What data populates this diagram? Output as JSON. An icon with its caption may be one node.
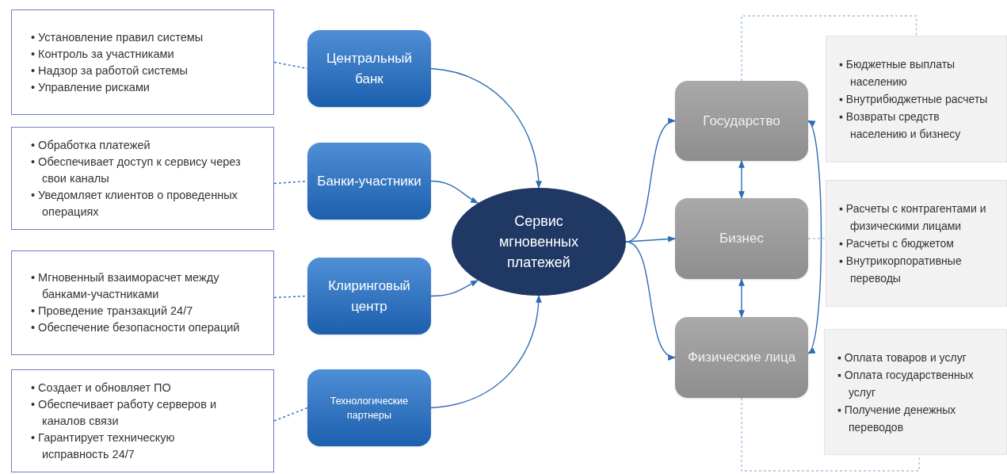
{
  "diagram": {
    "nodes": [
      {
        "text": [
          "• Установление правил системы",
          "• Контроль за участниками",
          "• Надзор за работой системы",
          "• Управление рисками"
        ]
      },
      {
        "text": [
          "Центральный банк"
        ]
      },
      {
        "text": [
          "• Обработка платежей",
          "• Обеспечивает доступ к сервису через свои каналы",
          "• Уведомляет клиентов о проведенных операциях"
        ]
      },
      {
        "text": [
          "Банки-участники"
        ]
      },
      {
        "text": [
          "• Мгновенный взаиморасчет между банками-участниками",
          "• Проведение транзакций 24/7",
          "• Обеспечение безопасности операций"
        ]
      },
      {
        "text": [
          "Клиринговый центр"
        ]
      },
      {
        "text": [
          "• Создает и обновляет ПО",
          "• Обеспечивает работу серверов и каналов связи",
          "• Гарантирует техническую исправность 24/7"
        ]
      },
      {
        "text": [
          "Технологические партнеры"
        ]
      },
      {
        "text": [
          "Сервис мгновенных платежей"
        ]
      },
      {
        "text": [
          "Государство"
        ]
      },
      {
        "text": [
          "Бизнес"
        ]
      },
      {
        "text": [
          "Физические лица"
        ]
      },
      {
        "text": [
          "▪ Бюджетные выплаты населению",
          "▪ Внутрибюджетные расчеты",
          "▪ Возвраты средств населению и бизнесу"
        ]
      },
      {
        "text": [
          "▪ Расчеты с контрагентами и физическими лицами",
          "▪ Расчеты с бюджетом",
          "▪ Внутрикорпоративные переводы"
        ]
      },
      {
        "text": [
          "▪ Оплата товаров и услуг",
          "▪ Оплата государственных услуг",
          "▪ Получение денежных переводов"
        ]
      }
    ],
    "edges": [
      {
        "from": 0,
        "to": 1,
        "arrow": "none",
        "style": "dashed"
      },
      {
        "from": 1,
        "to": 8,
        "arrow": "to"
      },
      {
        "from": 2,
        "to": 3,
        "arrow": "none",
        "style": "dashed"
      },
      {
        "from": 3,
        "to": 8,
        "arrow": "to"
      },
      {
        "from": 4,
        "to": 5,
        "arrow": "none",
        "style": "dashed"
      },
      {
        "from": 5,
        "to": 8,
        "arrow": "to"
      },
      {
        "from": 6,
        "to": 7,
        "arrow": "none",
        "style": "dashed"
      },
      {
        "from": 7,
        "to": 8,
        "arrow": "to"
      },
      {
        "from": 8,
        "to": 9,
        "arrow": "to"
      },
      {
        "from": 8,
        "to": 10,
        "arrow": "to"
      },
      {
        "from": 8,
        "to": 11,
        "arrow": "to"
      },
      {
        "from": 9,
        "to": 10,
        "arrow": "both"
      },
      {
        "from": 10,
        "to": 11,
        "arrow": "both"
      },
      {
        "from": 9,
        "to": 11,
        "arrow": "both"
      },
      {
        "from": 9,
        "to": 12,
        "arrow": "none",
        "style": "dashed",
        "color": "#9dc3e6"
      },
      {
        "from": 10,
        "to": 13,
        "arrow": "none",
        "style": "dashed",
        "color": "#9dc3e6"
      },
      {
        "from": 11,
        "to": 14,
        "arrow": "none",
        "style": "dashed",
        "color": "#9dc3e6"
      }
    ]
  }
}
